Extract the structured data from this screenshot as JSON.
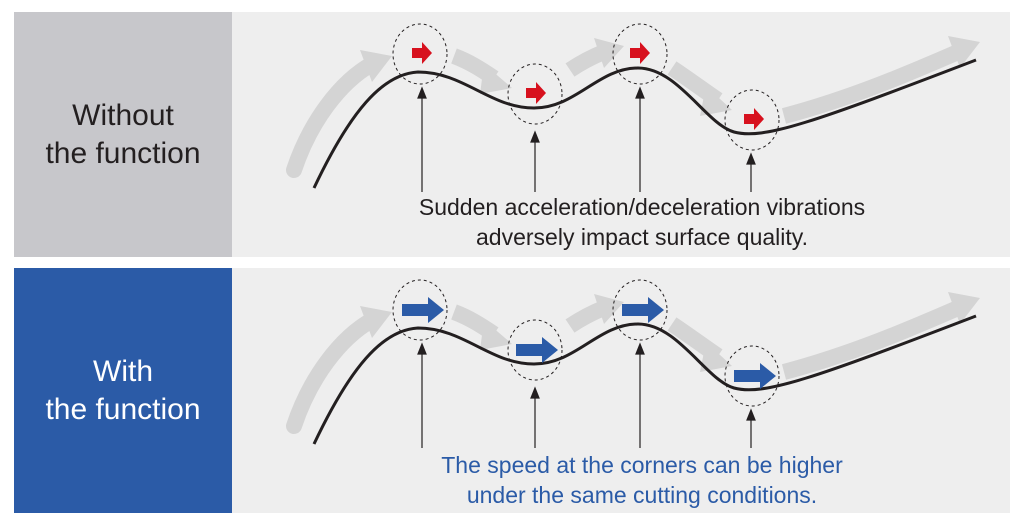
{
  "rows": [
    {
      "label_lines": [
        "Without",
        "the function"
      ],
      "caption_lines": [
        "Sudden acceleration/deceleration vibrations",
        "adversely impact surface quality."
      ],
      "arrow_color": "#d7111e",
      "label_bg": "#c7c7cb",
      "label_color": "#231f20",
      "caption_color": "#231f20",
      "arrow_style": "small"
    },
    {
      "label_lines": [
        "With",
        "the function"
      ],
      "caption_lines": [
        "The speed at the corners can be higher",
        "under the same cutting conditions."
      ],
      "arrow_color": "#2b5ba7",
      "label_bg": "#2b5ba7",
      "label_color": "#ffffff",
      "caption_color": "#2b5ba7",
      "arrow_style": "large"
    }
  ],
  "colors": {
    "path": "#231f20",
    "flow_arrows": "#d4d4d4",
    "panel_bg": "#eeeeee",
    "circle_dash": "#231f20"
  }
}
